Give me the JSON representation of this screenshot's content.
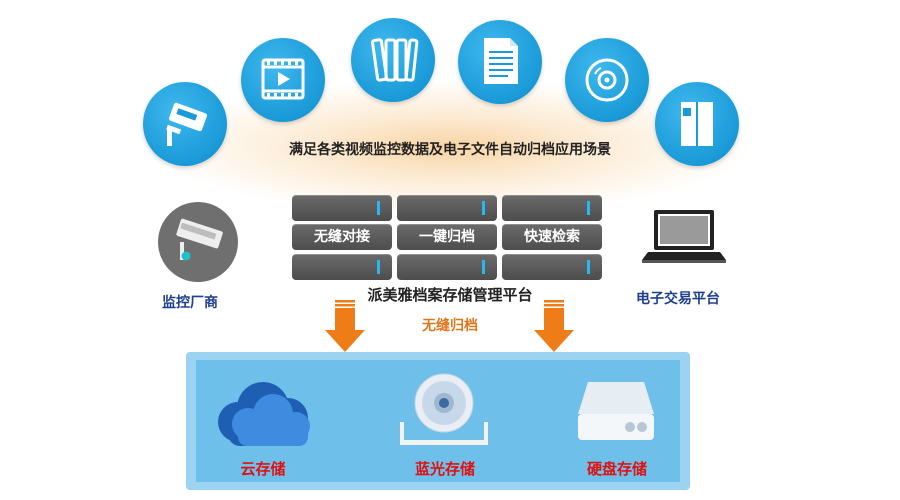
{
  "scene_label": "满足各类视频监控数据及电子文件自动归档应用场景",
  "platform": {
    "buttons": [
      "无缝对接",
      "一键归档",
      "快速检索"
    ],
    "title": "派美雅档案存储管理平台"
  },
  "left_source": {
    "label": "监控厂商",
    "icon": "surveillance-camera-icon"
  },
  "right_source": {
    "label": "电子交易平台",
    "icon": "laptop-icon"
  },
  "arrow_label": "无缝归档",
  "storage": [
    {
      "label": "云存储",
      "icon": "cloud-icon"
    },
    {
      "label": "蓝光存储",
      "icon": "optical-disc-icon"
    },
    {
      "label": "硬盘存储",
      "icon": "hard-drive-icon"
    }
  ],
  "top_icons": [
    "cctv-camera-icon",
    "video-icon",
    "archive-files-icon",
    "document-icon",
    "disc-icon",
    "server-cabinet-icon"
  ],
  "colors": {
    "circle_blue": "#1a9ad8",
    "tile_gray": "#5a5a5a",
    "led_blue": "#28b7ef",
    "arrow_orange": "#ef7d17",
    "accent_orange": "#e0761c",
    "label_blue": "#1f3f8f",
    "storage_red": "#e01010",
    "storage_bg": "#6ec0ea"
  }
}
